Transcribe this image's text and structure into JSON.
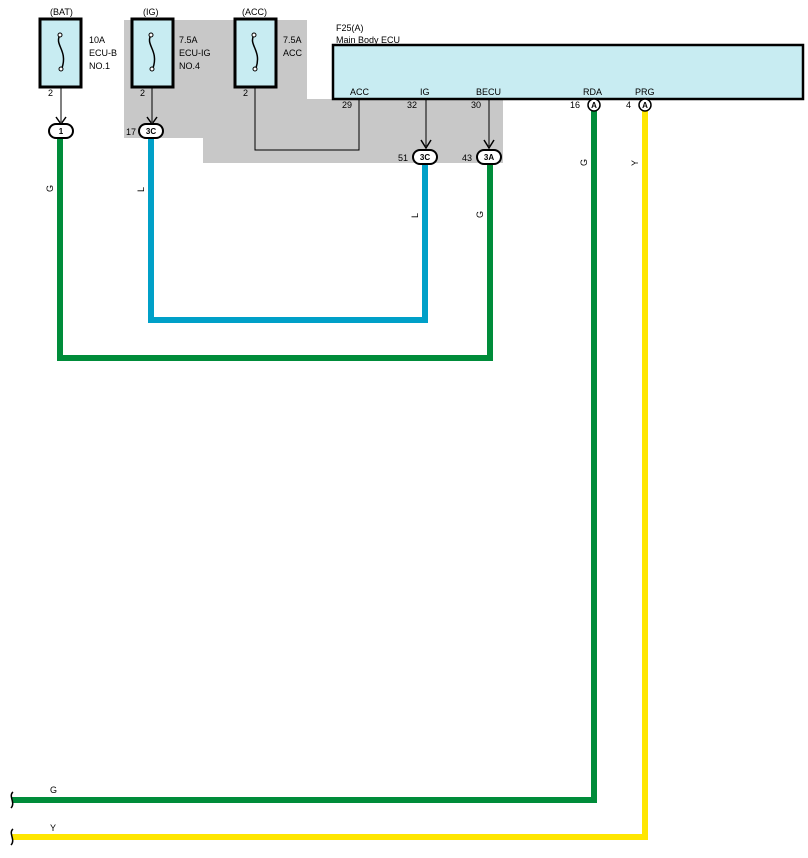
{
  "colors": {
    "green": "#008c3a",
    "blue": "#00a0c8",
    "yellow": "#ffe600",
    "fuse_fill": "#c8ecf2",
    "shade": "#c8c8c8",
    "ecu_fill": "#c8ecf2"
  },
  "fuses": [
    {
      "header": "(BAT)",
      "rating": "10A",
      "name": "ECU-B",
      "name2": "NO.1",
      "pin": "2"
    },
    {
      "header": "(IG)",
      "rating": "7.5A",
      "name": "ECU-IG",
      "name2": "NO.4",
      "pin": "2"
    },
    {
      "header": "(ACC)",
      "rating": "7.5A",
      "name": "ACC",
      "name2": "",
      "pin": "2"
    }
  ],
  "ecu": {
    "code": "F25(A)",
    "title": "Main Body ECU",
    "pins": [
      {
        "label": "ACC",
        "number": "29"
      },
      {
        "label": "IG",
        "number": "32"
      },
      {
        "label": "BECU",
        "number": "30"
      },
      {
        "label": "RDA",
        "number": "16",
        "connector": "A"
      },
      {
        "label": "PRG",
        "number": "4",
        "connector": "A"
      }
    ]
  },
  "junction_connectors": [
    {
      "id": "1",
      "pin": ""
    },
    {
      "id": "3C",
      "pin": "17"
    },
    {
      "id": "3C",
      "pin": "51"
    },
    {
      "id": "3A",
      "pin": "43"
    }
  ],
  "wire_labels": {
    "bat_wire": "G",
    "ig_wire": "L",
    "ig_return": "L",
    "becu_wire": "G",
    "rda_wire": "G",
    "prg_wire": "Y",
    "bottom_g": "G",
    "bottom_y": "Y"
  }
}
